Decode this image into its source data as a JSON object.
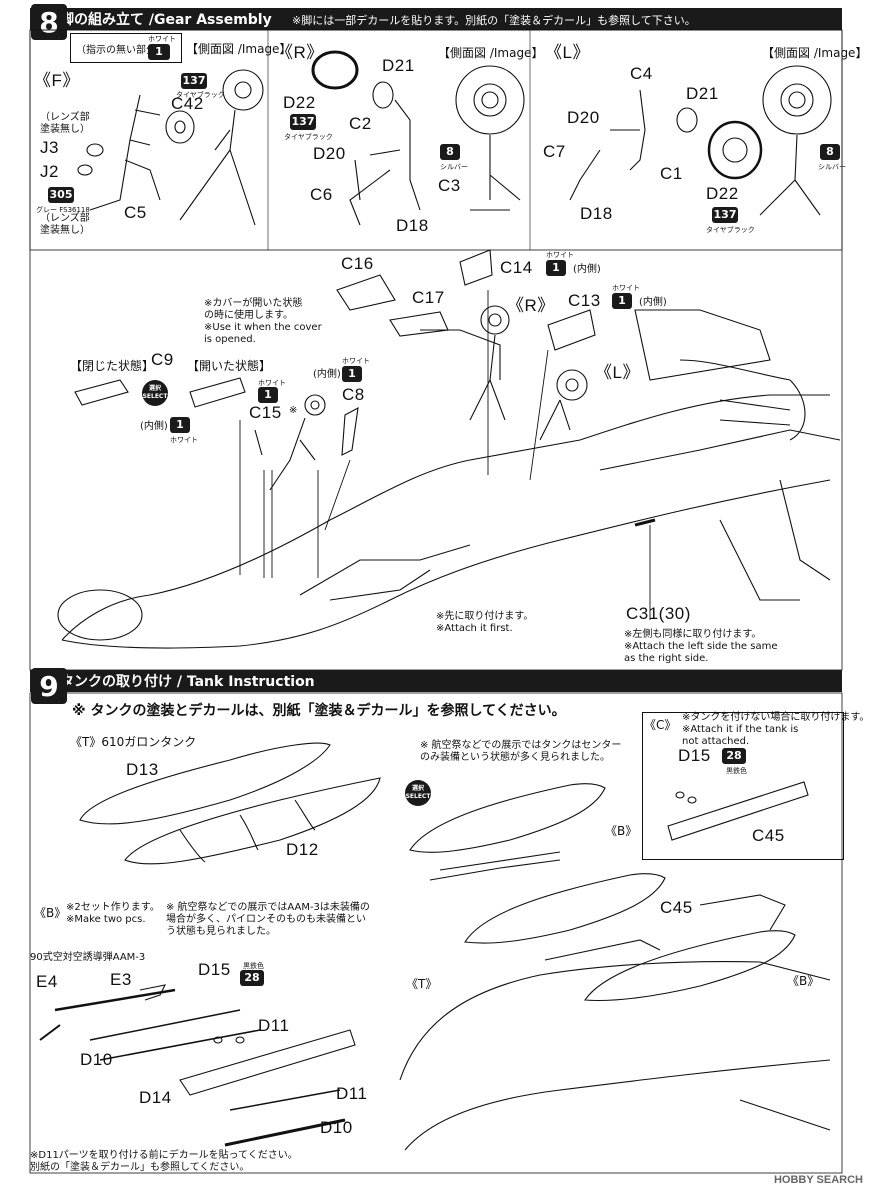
{
  "step8": {
    "number": "8",
    "title": "脚の組み立て /Gear Assembly",
    "note": "※脚には一部デカールを貼ります。別紙の「塗装＆デカール」も参照して下さい。",
    "unmarked_note": "（指示の無い部分）",
    "unmarked_color_name": "ホワイト",
    "unmarked_color_code": "1",
    "side_view_label": "【側面図 /Image】",
    "F": {
      "label": "《F》",
      "parts": [
        "J3",
        "J2",
        "C42",
        "C5"
      ],
      "lens_note_top": "（レンズ部\n塗装無し）",
      "lens_note_bottom": "（レンズ部\n塗装無し）",
      "tire_color_code": "137",
      "tire_color_name": "タイヤブラック",
      "grey_code": "305",
      "grey_name": "グレー FS36118"
    },
    "R": {
      "label": "《R》",
      "parts": [
        "D21",
        "D22",
        "C2",
        "D20",
        "C6",
        "C3",
        "D18"
      ],
      "tire_code": "137",
      "tire_name": "タイヤブラック",
      "silver_code": "8",
      "silver_name": "シルバー"
    },
    "L": {
      "label": "《L》",
      "parts": [
        "C4",
        "D21",
        "D20",
        "C7",
        "C1",
        "D18",
        "D22"
      ],
      "tire_code": "137",
      "tire_name": "タイヤブラック",
      "silver_code": "8",
      "silver_name": "シルバー"
    },
    "install": {
      "C16": "C16",
      "C17": "C17",
      "C14": "C14",
      "C14_code": "1",
      "C14_name": "ホワイト",
      "C14_side": "(内側)",
      "C13": "C13",
      "C13_code": "1",
      "C13_name": "ホワイト",
      "C13_side": "(内側)",
      "R_label": "《R》",
      "L_label": "《L》",
      "closed_state": "【閉じた状態】",
      "open_state": "【開いた状態】",
      "C9": "C9",
      "select_jp": "選択",
      "select_en": "SELECT",
      "C15": "C15",
      "C15_mark": "※",
      "C8": "C8",
      "cover_note_jp": "※カバーが開いた状態\nの時に使用します。",
      "cover_note_en": "※Use it when the cover\nis opened.",
      "inner_label": "(内側)",
      "white_code": "1",
      "white_name": "ホワイト",
      "C15_code": "1",
      "C15_name": "ホワイト",
      "C8_code": "1",
      "C8_name": "ホワイト",
      "C8_side": "(内側)",
      "attach_first_jp": "※先に取り付けます。",
      "attach_first_en": "※Attach it first.",
      "C31": "C31(30)",
      "left_same_jp": "※左側も同様に取り付けます。",
      "left_same_en": "※Attach the left side the same\nas the right side."
    }
  },
  "step9": {
    "number": "9",
    "title": "タンクの取り付け / Tank Instruction",
    "paint_note": "※ タンクの塗装とデカールは、別紙「塗装＆デカール」を参照してください。",
    "T_label": "《T》610ガロンタンク",
    "D13": "D13",
    "D12": "D12",
    "airshow_note": "※ 航空祭などでの展示ではタンクはセンター\nのみ装備という状態が多く見られました。",
    "select_jp": "選択",
    "select_en": "SELECT",
    "B_label": "《B》",
    "T_label_small": "《T》",
    "C45": "C45",
    "C_box": {
      "label": "《C》",
      "note_jp": "※タンクを付けない場合に取り付けます。",
      "note_en": "※Attach it if the tank is\nnot attached.",
      "D15": "D15",
      "code": "28",
      "color": "黒鉄色",
      "C45": "C45"
    },
    "B_section": {
      "label": "《B》",
      "two_sets_jp": "※2セット作ります。",
      "two_sets_en": "※Make two pcs.",
      "aam_note": "※ 航空祭などでの展示ではAAM-3は未装備の\n場合が多く、パイロンそのものも未装備とい\nう状態も見られました。",
      "missile_name": "90式空対空誘導弾AAM-3",
      "E4": "E4",
      "E3": "E3",
      "D15": "D15",
      "code": "28",
      "color": "黒鉄色",
      "D11a": "D11",
      "D10a": "D10",
      "D14": "D14",
      "D11b": "D11",
      "D10b": "D10"
    },
    "footer_note": "※D11パーツを取り付ける前にデカールを貼ってください。\n別紙の「塗装＆デカール」も参照してください。"
  },
  "watermark": "HOBBY SEARCH"
}
